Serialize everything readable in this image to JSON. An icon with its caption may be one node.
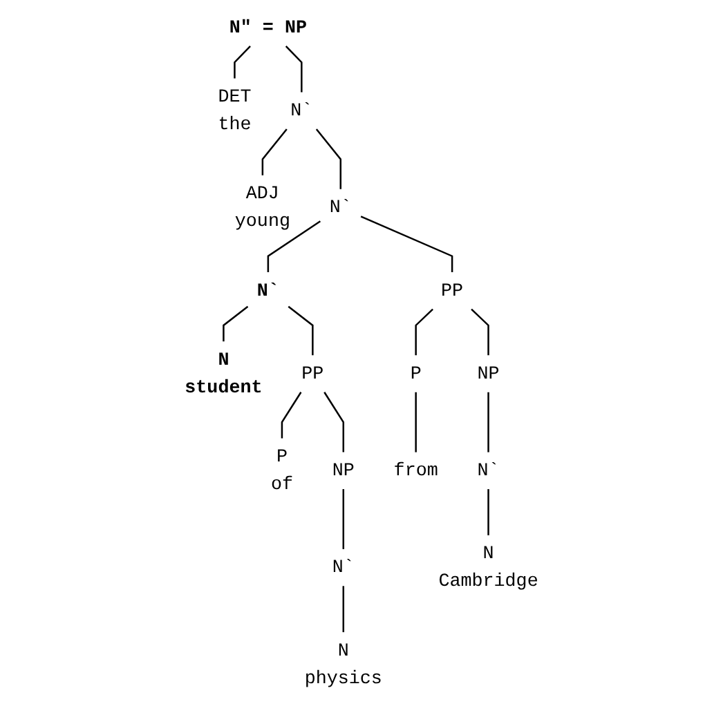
{
  "diagram": {
    "nodes": [
      {
        "text": [
          "N\" = NP"
        ]
      },
      {
        "text": [
          "DET",
          "the"
        ]
      },
      {
        "text": [
          "N`"
        ]
      },
      {
        "text": [
          "ADJ",
          "young"
        ]
      },
      {
        "text": [
          "N`"
        ]
      },
      {
        "text": [
          "N`"
        ]
      },
      {
        "text": [
          "PP"
        ]
      },
      {
        "text": [
          "N",
          "student"
        ]
      },
      {
        "text": [
          "PP"
        ]
      },
      {
        "text": [
          "P",
          "of"
        ]
      },
      {
        "text": [
          "NP"
        ]
      },
      {
        "text": [
          "N`"
        ]
      },
      {
        "text": [
          "N",
          "physics"
        ]
      },
      {
        "text": [
          "P"
        ]
      },
      {
        "text": [
          "from"
        ]
      },
      {
        "text": [
          "NP"
        ]
      },
      {
        "text": [
          "N`"
        ]
      },
      {
        "text": [
          "N",
          "Cambridge"
        ]
      }
    ],
    "edges": [
      {
        "from": 0,
        "to": 1,
        "arrow": "none"
      },
      {
        "from": 0,
        "to": 2,
        "arrow": "none"
      },
      {
        "from": 2,
        "to": 3,
        "arrow": "none"
      },
      {
        "from": 2,
        "to": 4,
        "arrow": "none"
      },
      {
        "from": 4,
        "to": 5,
        "arrow": "none"
      },
      {
        "from": 4,
        "to": 6,
        "arrow": "none"
      },
      {
        "from": 5,
        "to": 7,
        "arrow": "none"
      },
      {
        "from": 5,
        "to": 8,
        "arrow": "none"
      },
      {
        "from": 8,
        "to": 9,
        "arrow": "none"
      },
      {
        "from": 8,
        "to": 10,
        "arrow": "none"
      },
      {
        "from": 10,
        "to": 11,
        "arrow": "none"
      },
      {
        "from": 11,
        "to": 12,
        "arrow": "none"
      },
      {
        "from": 6,
        "to": 13,
        "arrow": "none"
      },
      {
        "from": 6,
        "to": 15,
        "arrow": "none"
      },
      {
        "from": 13,
        "to": 14,
        "arrow": "none"
      },
      {
        "from": 15,
        "to": 16,
        "arrow": "none"
      },
      {
        "from": 16,
        "to": 17,
        "arrow": "none"
      }
    ]
  }
}
